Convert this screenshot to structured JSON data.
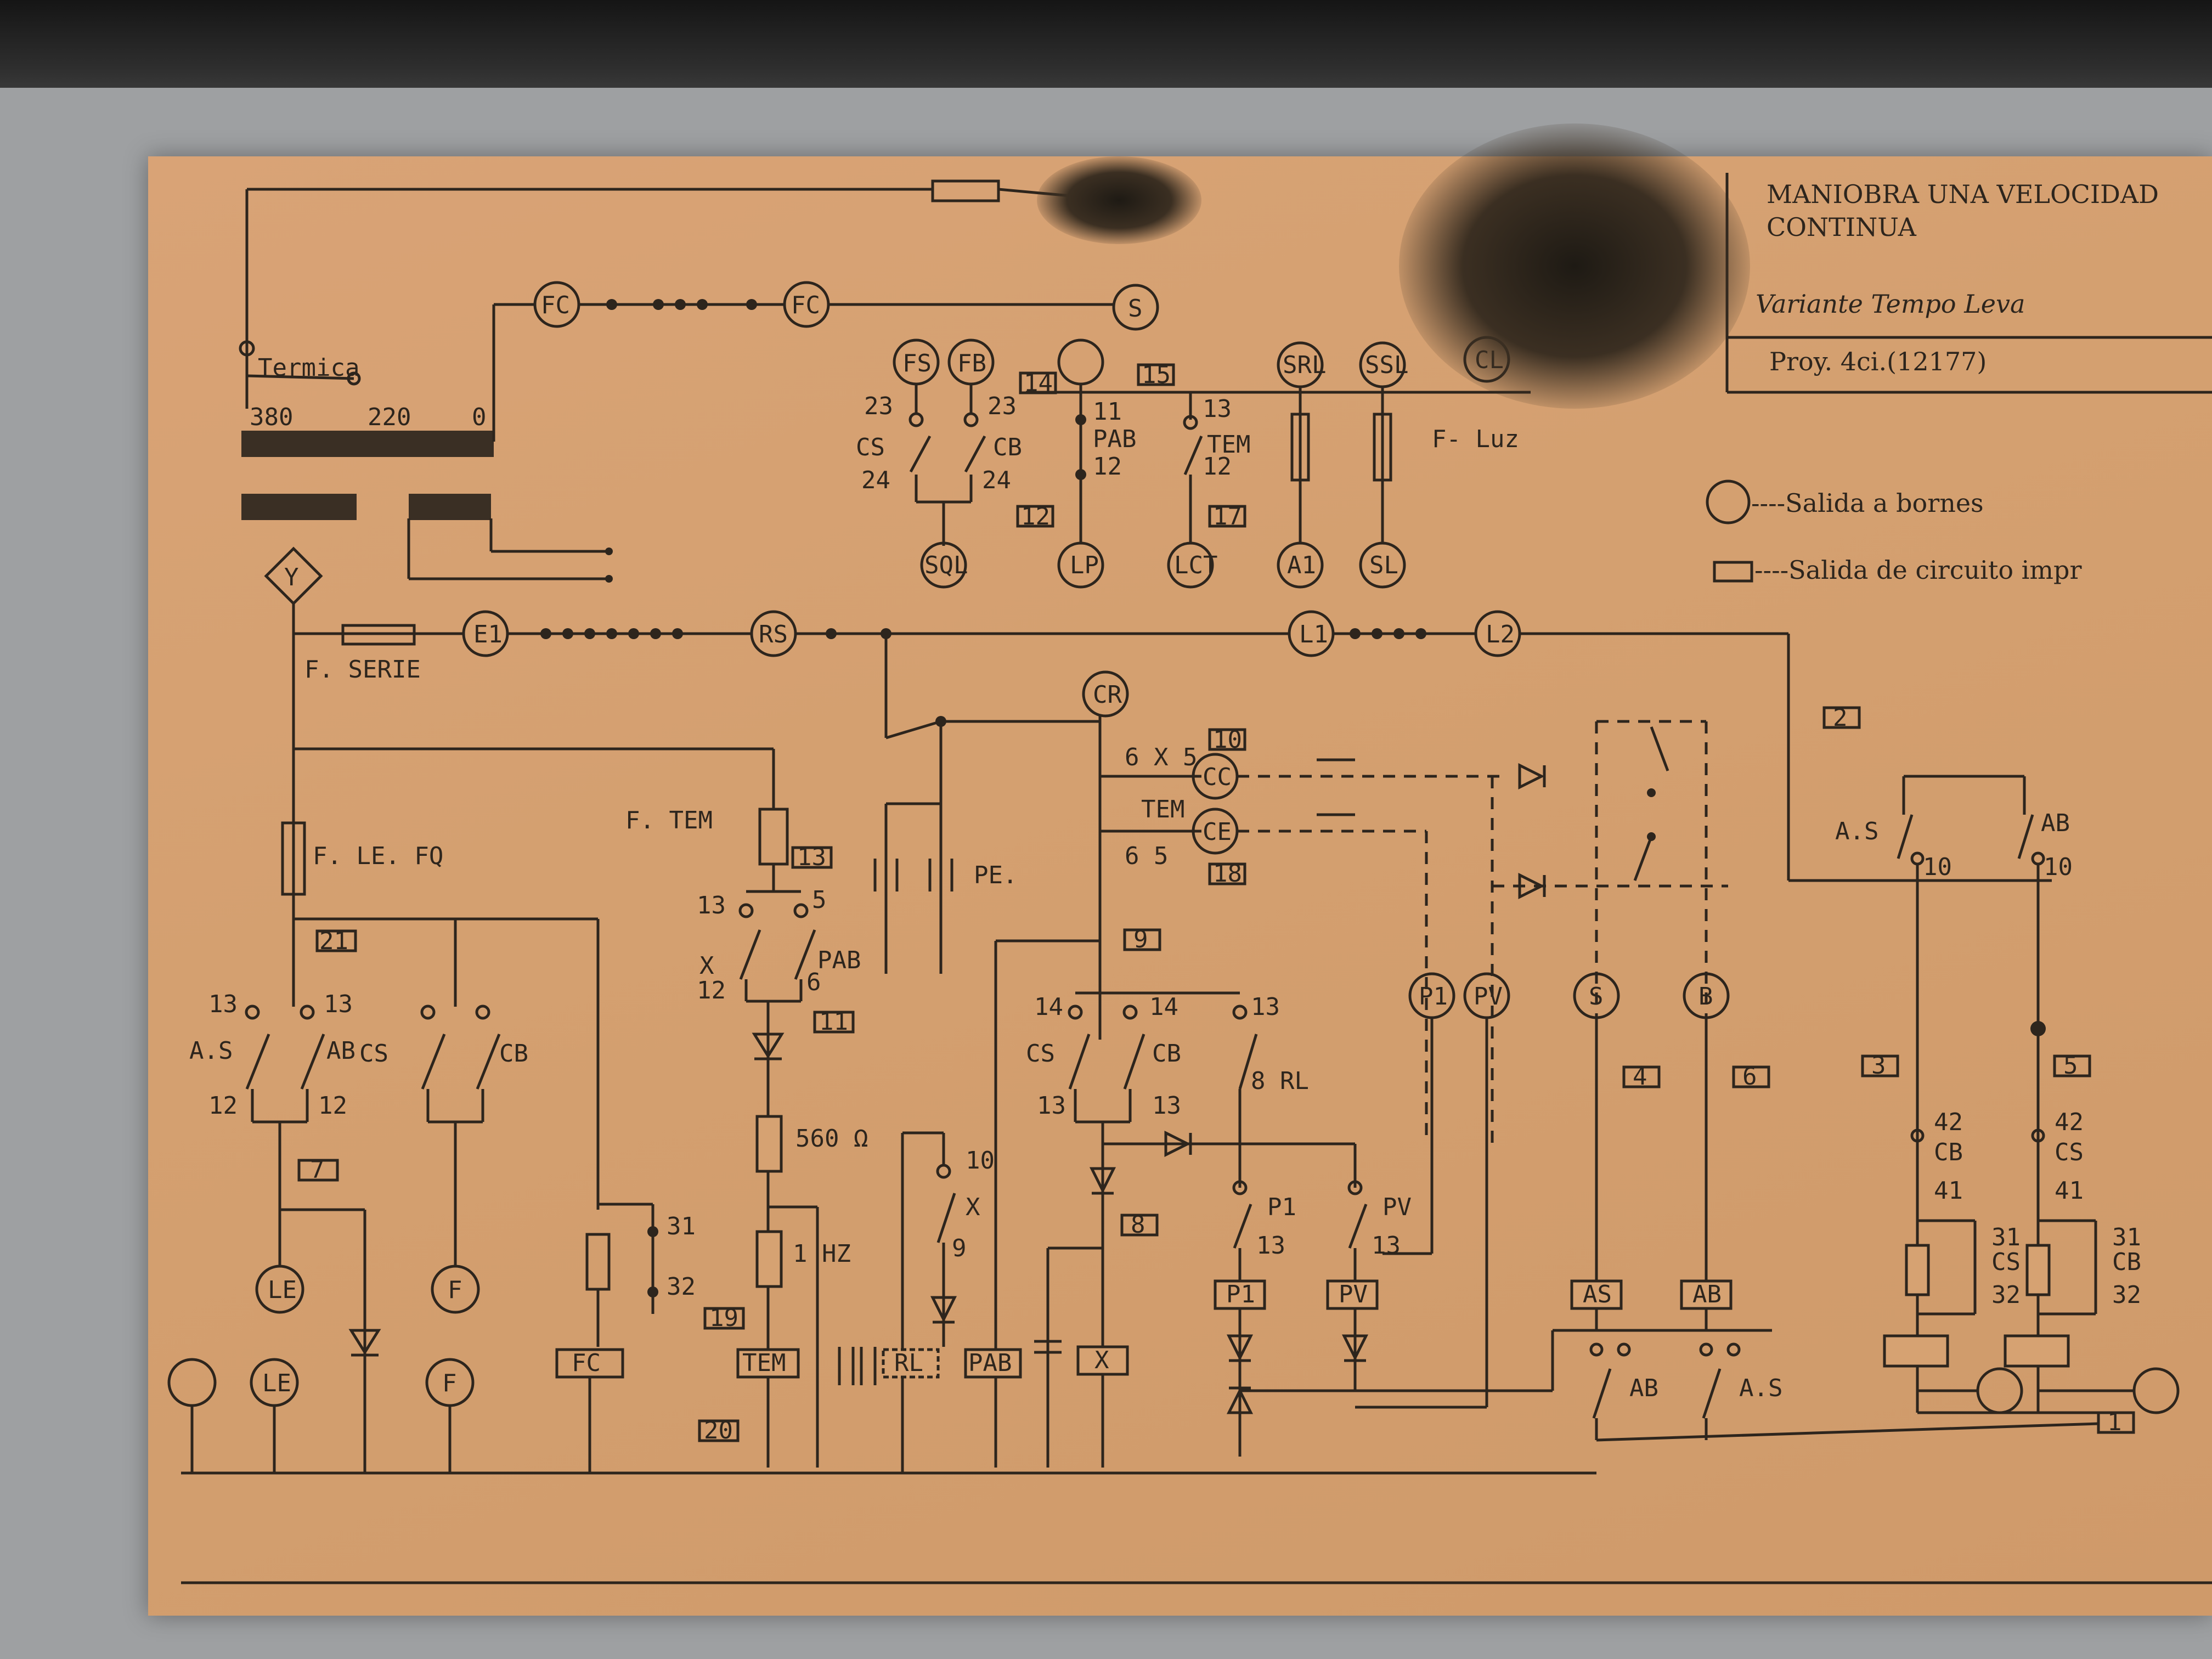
{
  "title_block": {
    "line1": "MANIOBRA UNA VELOCIDAD",
    "line2": "CONTINUA",
    "variant": "Variante Tempo Leva",
    "project": "Proy. 4ci.(12177)"
  },
  "legend": {
    "circle": "----Salida a bornes",
    "square": "----Salida de circuito impr"
  },
  "terminals": {
    "FC": "FC",
    "S": "S",
    "FS": "FS",
    "FB": "FB",
    "SQL": "SQL",
    "LP": "LP",
    "LCT": "LCT",
    "SRL": "SRL",
    "SSL": "SSL",
    "CL": "CL",
    "A1": "A1",
    "SL": "SL",
    "E1": "E1",
    "RS": "RS",
    "L1": "L1",
    "L2": "L2",
    "CR": "CR",
    "CC": "CC",
    "CE": "CE",
    "P1": "P1",
    "PV": "PV",
    "B": "B",
    "LE": "LE",
    "F": "F"
  },
  "labels": {
    "termica": "Termica",
    "v380": "380",
    "v220": "220",
    "v0": "0",
    "fserie": "F. SERIE",
    "flefq": "F. LE. FQ",
    "ftem": "F. TEM",
    "fluz": "F- Luz",
    "pe": "PE.",
    "r60": "560 Ω",
    "hz": "1 HZ",
    "cs": "CS",
    "cb": "CB",
    "pab": "PAB",
    "tem": "TEM",
    "as": "A.S",
    "ab": "AB",
    "rl": "8 RL",
    "x": "X",
    "p1": "P1",
    "pv": "PV"
  },
  "boxes": {
    "b14": "14",
    "b15": "15",
    "b12": "12",
    "b17": "17",
    "b10": "10",
    "b18": "18",
    "b13": "13",
    "b11": "11",
    "b21": "21",
    "b7": "7",
    "b9": "9",
    "b8": "8",
    "b19": "19",
    "b20": "20",
    "b2": "2",
    "b3": "3",
    "b5": "5",
    "b4": "4",
    "b6": "6",
    "b1": "1",
    "TEM": "TEM",
    "RL": "RL",
    "PAB": "PAB",
    "X": "X",
    "P1": "P1",
    "PV": "PV",
    "AS": "AS",
    "AB": "AB",
    "FC": "FC"
  }
}
